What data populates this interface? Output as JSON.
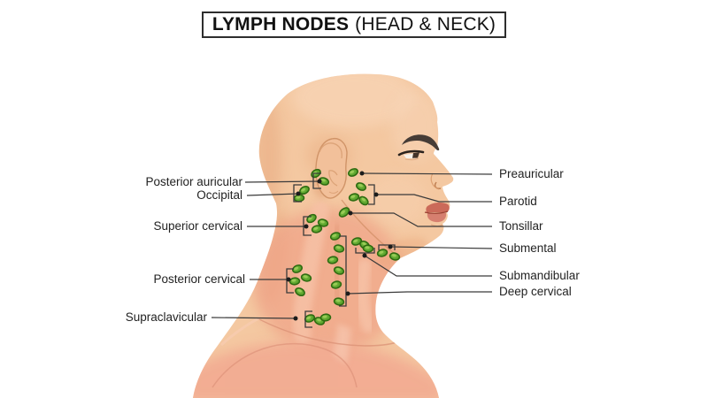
{
  "title": {
    "bold": "LYMPH NODES",
    "regular": "(HEAD & NECK)"
  },
  "labels": {
    "left": [
      {
        "id": "posterior-auricular",
        "text": "Posterior auricular"
      },
      {
        "id": "occipital",
        "text": "Occipital"
      },
      {
        "id": "superior-cervical",
        "text": "Superior cervical"
      },
      {
        "id": "posterior-cervical",
        "text": "Posterior cervical"
      },
      {
        "id": "supraclavicular",
        "text": "Supraclavicular"
      }
    ],
    "right": [
      {
        "id": "preauricular",
        "text": "Preauricular"
      },
      {
        "id": "parotid",
        "text": "Parotid"
      },
      {
        "id": "tonsillar",
        "text": "Tonsillar"
      },
      {
        "id": "submental",
        "text": "Submental"
      },
      {
        "id": "submandibular",
        "text": "Submandibular"
      },
      {
        "id": "deep-cervical",
        "text": "Deep cervical"
      }
    ]
  },
  "node_groups": [
    {
      "name": "Posterior auricular",
      "node_count": 2
    },
    {
      "name": "Occipital",
      "node_count": 2
    },
    {
      "name": "Preauricular",
      "node_count": 1
    },
    {
      "name": "Parotid",
      "node_count": 3
    },
    {
      "name": "Tonsillar",
      "node_count": 1
    },
    {
      "name": "Superior cervical",
      "node_count": 3
    },
    {
      "name": "Submandibular",
      "node_count": 3
    },
    {
      "name": "Submental",
      "node_count": 2
    },
    {
      "name": "Deep cervical",
      "node_count": 6
    },
    {
      "name": "Posterior cervical",
      "node_count": 4
    },
    {
      "name": "Supraclavicular",
      "node_count": 3
    }
  ],
  "colors": {
    "background": "#ffffff",
    "skin": "#f4c8a1",
    "neck_pink": "#efa68c",
    "torso_pink": "#f2ab92",
    "node_green": "#5ea72f",
    "node_border": "#2d6a10",
    "line": "#3a3a3a",
    "label_text": "#222222",
    "title_text": "#111111"
  }
}
